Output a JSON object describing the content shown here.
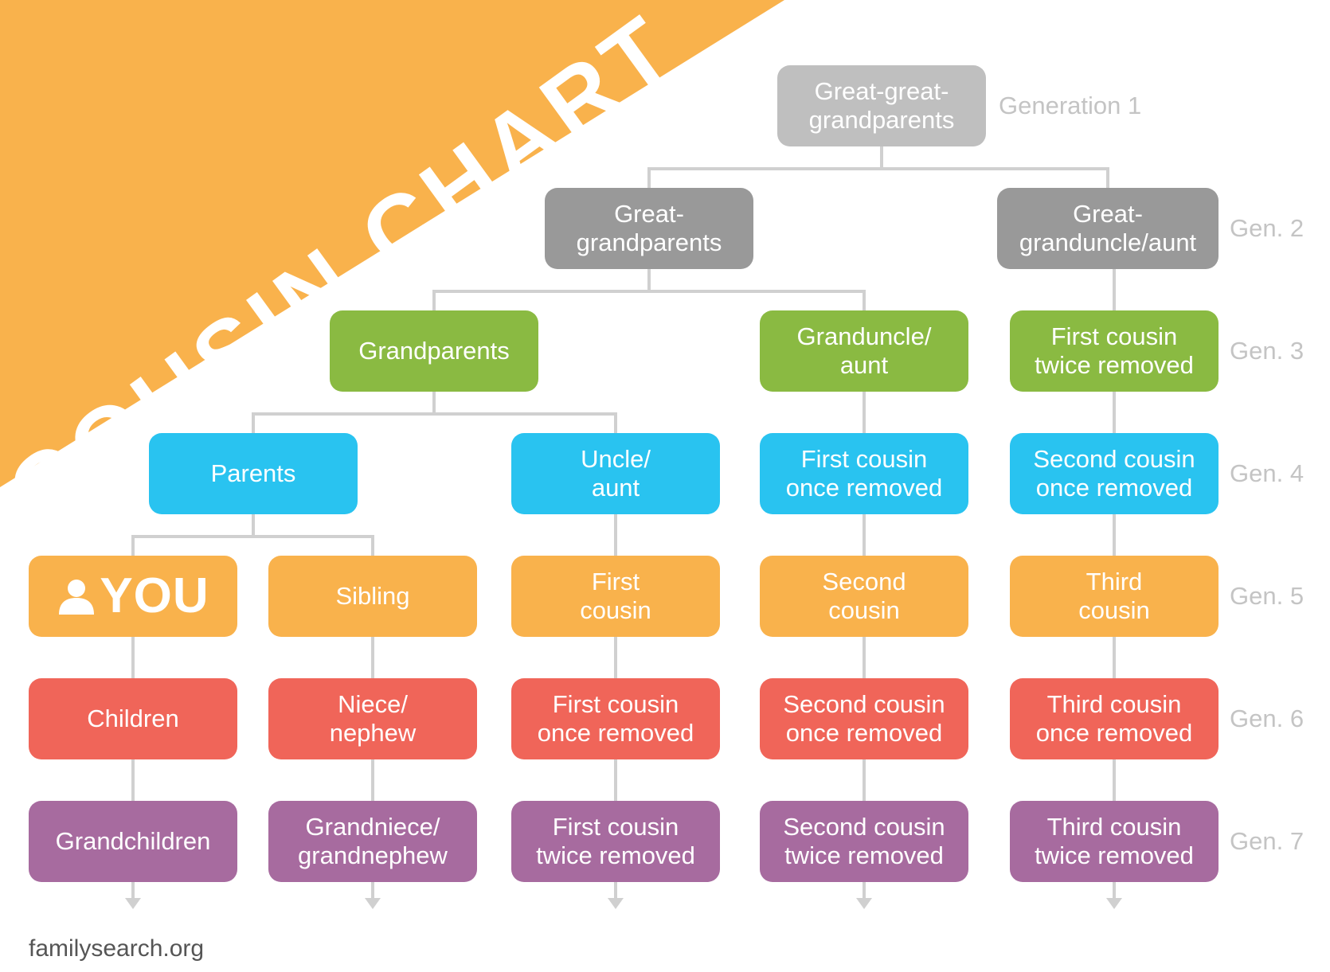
{
  "title": "COUSIN CHART",
  "footer": "familysearch.org",
  "colors": {
    "banner": "#f9b24c",
    "gen1": "#bfbfbf",
    "gen2": "#999999",
    "gen3": "#8aba42",
    "gen4": "#29c3f0",
    "gen5": "#f9b24c",
    "gen6": "#f06559",
    "gen7": "#a76b9f",
    "connector": "#d0d0d0",
    "label": "#c4c4c4"
  },
  "generation_labels": [
    "Generation 1",
    "Gen. 2",
    "Gen. 3",
    "Gen. 4",
    "Gen. 5",
    "Gen. 6",
    "Gen. 7"
  ],
  "nodes": {
    "great_great_grandparents": "Great-great-\ngrandparents",
    "great_grandparents": "Great-\ngrandparents",
    "great_granduncle_aunt": "Great-\ngranduncle/aunt",
    "grandparents": "Grandparents",
    "granduncle_aunt": "Granduncle/\naunt",
    "first_cousin_twice_removed_g3": "First cousin\ntwice removed",
    "parents": "Parents",
    "uncle_aunt": "Uncle/\naunt",
    "first_cousin_once_removed_g4": "First cousin\nonce removed",
    "second_cousin_once_removed_g4": "Second cousin\nonce removed",
    "you": "YOU",
    "sibling": "Sibling",
    "first_cousin": "First\ncousin",
    "second_cousin": "Second\ncousin",
    "third_cousin": "Third\ncousin",
    "children": "Children",
    "niece_nephew": "Niece/\nnephew",
    "first_cousin_once_removed_g6": "First cousin\nonce removed",
    "second_cousin_once_removed_g6": "Second cousin\nonce removed",
    "third_cousin_once_removed_g6": "Third cousin\nonce removed",
    "grandchildren": "Grandchildren",
    "grandniece_grandnephew": "Grandniece/\ngrandnephew",
    "first_cousin_twice_removed_g7": "First cousin\ntwice removed",
    "second_cousin_twice_removed_g7": "Second cousin\ntwice removed",
    "third_cousin_twice_removed_g7": "Third cousin\ntwice removed"
  },
  "icons": {
    "you": "person-icon",
    "continues_down": "arrow-down-icon"
  }
}
